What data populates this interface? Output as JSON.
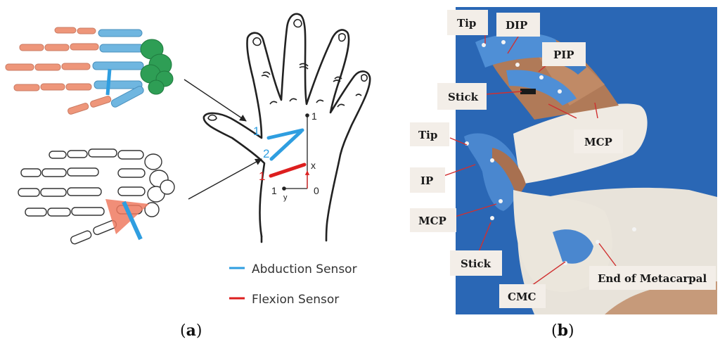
{
  "colors": {
    "abduction": "#2f9ee0",
    "flexion": "#dd1f1f",
    "bone_blue": "#6fb6e0",
    "bone_salmon": "#ee967a",
    "bone_green": "#2e9e55",
    "photo_bg": "#2a67b5",
    "label_bg": "#f3eee8"
  },
  "panel_a": {
    "sensor_labels": {
      "abduction_1": "1",
      "abduction_2": "2",
      "flexion_1": "1"
    },
    "axis": {
      "origin": "0",
      "top_point": "1",
      "bottom_point": "1",
      "x": "x",
      "y": "y"
    },
    "legend": {
      "abduction": "Abduction Sensor",
      "flexion": "Flexion Sensor"
    },
    "caption": {
      "open": "(",
      "letter": "a",
      "close": ")"
    }
  },
  "panel_b": {
    "labels": {
      "tip_index": "Tip",
      "dip": "DIP",
      "pip": "PIP",
      "stick_top": "Stick",
      "mcp_fingers": "MCP",
      "tip_thumb": "Tip",
      "ip": "IP",
      "mcp_thumb": "MCP",
      "stick_bottom": "Stick",
      "cmc": "CMC",
      "end_metacarpal": "End of Metacarpal"
    },
    "caption": {
      "open": "(",
      "letter": "b",
      "close": ")"
    }
  }
}
